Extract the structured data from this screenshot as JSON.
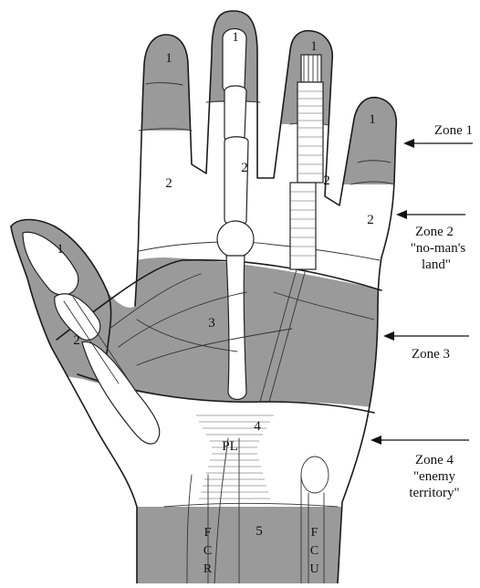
{
  "zones": [
    {
      "id": "1",
      "digit_labels": [
        "1",
        "1",
        "1",
        "1",
        "1"
      ],
      "side_label": "Zone 1"
    },
    {
      "id": "2",
      "digit_labels": [
        "2",
        "2",
        "2",
        "2",
        "2"
      ],
      "side_label_lines": [
        "Zone 2",
        "\"no-man's",
        "land\""
      ]
    },
    {
      "id": "3",
      "label": "3",
      "side_label": "Zone 3"
    },
    {
      "id": "4",
      "label": "4",
      "side_label_lines": [
        "Zone 4",
        "\"enemy",
        "territory\""
      ]
    },
    {
      "id": "5",
      "label": "5"
    }
  ],
  "structures": {
    "palmaris": "PL",
    "fcr_letters": [
      "F",
      "C",
      "R"
    ],
    "fcu_letters": [
      "F",
      "C",
      "U"
    ]
  },
  "colors": {
    "zone_shade": "#9a9a9a",
    "outline": "#1a1a1a",
    "background": "#ffffff"
  }
}
